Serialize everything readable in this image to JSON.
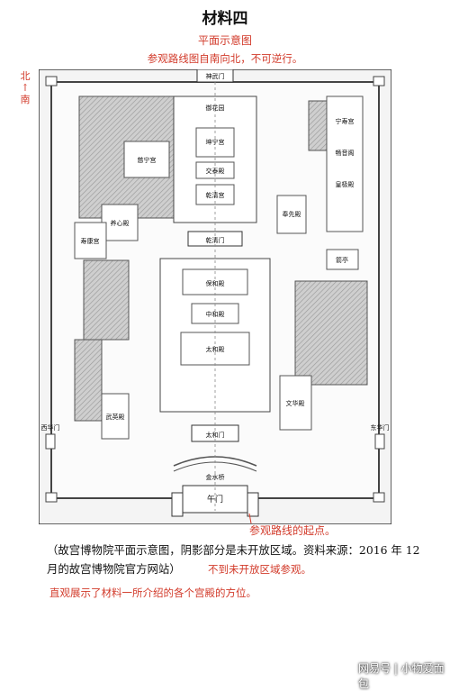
{
  "title": "材料四",
  "annotations": {
    "plan_heading": "平面示意图",
    "route_note": "参观路线图自南向北，不可逆行。",
    "compass_north": "北",
    "compass_south": "南",
    "start_note": "参观路线的起点。",
    "closed_note": "不到未开放区域参观。",
    "purpose_note": "直观展示了材料一所介绍的各个宫殿的方位。"
  },
  "caption": {
    "line1": "（故宫博物院平面示意图，阴影部分是未开放区域。资料来源：2016 年 12",
    "line2": "月的故宫博物院官方网站）"
  },
  "map_labels": {
    "shenwumen": "神武门",
    "yuhuayuan": "御花园",
    "kunninggong": "坤宁宫",
    "jiaotaidian": "交泰殿",
    "qianqinggong": "乾清宫",
    "qianqingmen": "乾清门",
    "yangxindian": "养心殿",
    "baohedian": "保和殿",
    "zhonghedian": "中和殿",
    "taihedian": "太和殿",
    "taihemen": "太和门",
    "wumen": "午门",
    "wuyingdian": "武英殿",
    "wenhuadian": "文华殿",
    "fengxiandian": "奉先殿",
    "ningshougong": "宁寿宫",
    "huangjidian": "皇极殿",
    "changyinge": "畅音阁",
    "cininggong": "慈宁宫",
    "shoukanggong": "寿康宫",
    "jinshuiqiao": "金水桥",
    "jianting": "箭亭",
    "donghuamen": "东华门",
    "xihuamen": "西华门"
  },
  "footer": {
    "text": "网易号 | 小物爱面包"
  }
}
